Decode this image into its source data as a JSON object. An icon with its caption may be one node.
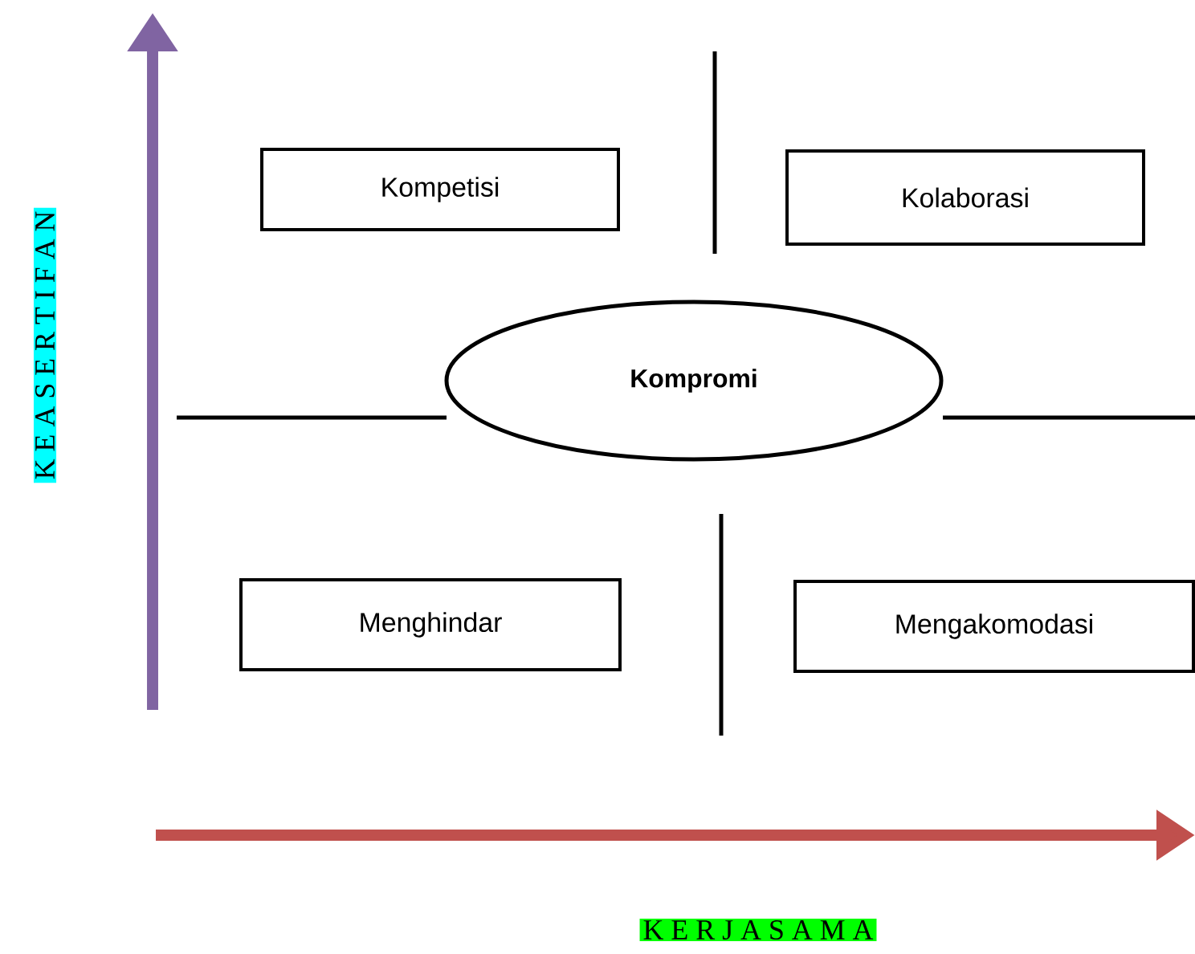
{
  "diagram": {
    "nodes": [
      {
        "text": [
          "Kompetisi"
        ]
      },
      {
        "text": [
          "Kolaborasi"
        ]
      },
      {
        "text": [
          "Kompromi"
        ]
      },
      {
        "text": [
          "Menghindar"
        ]
      },
      {
        "text": [
          "Mengakomodasi"
        ]
      }
    ],
    "labels": [
      "K E A S E R T I F A N",
      "K E R J A S A M A"
    ]
  }
}
